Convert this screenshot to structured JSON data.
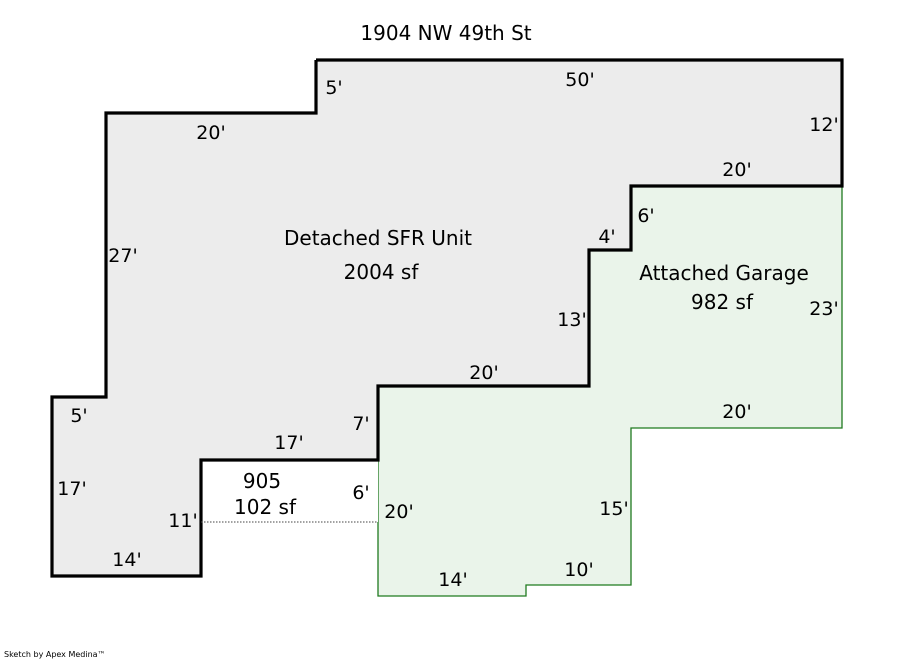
{
  "title": "1904 NW 49th St",
  "areas": {
    "house": {
      "name": "Detached SFR Unit",
      "area": "2004 sf"
    },
    "garage": {
      "name": "Attached Garage",
      "area": "982 sf"
    },
    "unit905": {
      "name": "905",
      "area": "102 sf"
    }
  },
  "dimensions": {
    "top_50": "50'",
    "step_5": "5'",
    "top_left_20": "20'",
    "right_12": "12'",
    "garage_top_20": "20'",
    "left_27": "27'",
    "notch_6": "6'",
    "notch_4": "4'",
    "right_23": "23'",
    "mid_13": "13'",
    "mid_20": "20'",
    "garage_right_20": "20'",
    "left_lower_5": "5'",
    "mid_7": "7'",
    "mid_17": "17'",
    "left_17": "17'",
    "inner_6": "6'",
    "garage_left_20": "20'",
    "inner_11": "11'",
    "garage_15": "15'",
    "bottom_14": "14'",
    "garage_bottom_14": "14'",
    "garage_bottom_10": "10'"
  },
  "footer": "Sketch by Apex Medina™",
  "colors": {
    "house_fill": "#ececec",
    "garage_fill": "#eaf4ea",
    "garage_line": "#1f7a1f",
    "house_line": "#000000"
  }
}
